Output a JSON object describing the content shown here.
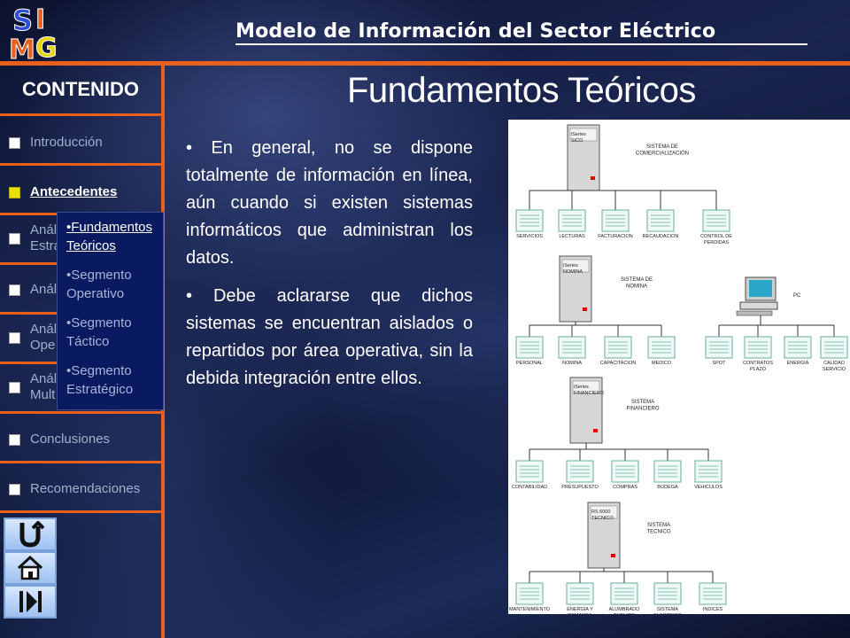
{
  "header": {
    "logo_letters": [
      "S",
      "I",
      "M",
      "G"
    ],
    "title": "Modelo de Información del Sector Eléctrico"
  },
  "sidebar": {
    "heading": "CONTENIDO",
    "items": [
      {
        "label": "Introducción",
        "active": false
      },
      {
        "label": "Antecedentes",
        "active": true
      },
      {
        "label": "Anál",
        "label2": "Estra",
        "active": false
      },
      {
        "label": "Anál",
        "active": false
      },
      {
        "label": "Anál",
        "label2": "Ope",
        "active": false
      },
      {
        "label": "Anál",
        "label2": "Mult",
        "active": false
      },
      {
        "label": "Conclusiones",
        "active": false
      },
      {
        "label": "Recomendaciones",
        "active": false
      }
    ]
  },
  "submenu": {
    "items": [
      {
        "line1": "•Fundamentos",
        "line2": "Teóricos"
      },
      {
        "line1": "•Segmento",
        "line2": "Operativo"
      },
      {
        "line1": "•Segmento",
        "line2": "Táctico"
      },
      {
        "line1": "•Segmento",
        "line2": "Estratégico"
      }
    ]
  },
  "nav_buttons": [
    "back-icon",
    "home-icon",
    "end-icon"
  ],
  "main": {
    "title": "Fundamentos Teóricos",
    "bullets": [
      "• En general, no se dispone totalmente de información en línea, aún cuando si existen sistemas informáticos que administran los datos.",
      "• Debe aclararse que dichos sistemas se encuentran aislados o repartidos por área operativa, sin la debida integración entre ellos."
    ]
  },
  "diagram": {
    "systems": [
      {
        "server": [
          "iSeries",
          "SICO"
        ],
        "name": [
          "SISTEMA DE",
          "COMERCIALIZACIÓN"
        ],
        "children": [
          [
            "SERVICIOS"
          ],
          [
            "LECTURAS"
          ],
          [
            "FACTURACION"
          ],
          [
            "RECAUDACION"
          ],
          [
            "CONTROL DE",
            "PERDIDAS"
          ]
        ]
      },
      {
        "server": [
          "iSeries",
          "NOMINA"
        ],
        "name": [
          "SISTEMA DE",
          "NOMINA"
        ],
        "children": [
          [
            "PERSONAL"
          ],
          [
            "NOMINA"
          ],
          [
            "CAPACITACION"
          ],
          [
            "MEDICO"
          ]
        ]
      },
      {
        "server": [
          "PC"
        ],
        "name": [],
        "children": [
          [
            "SPOT"
          ],
          [
            "CONTRATOS",
            "PLAZO"
          ],
          [
            "ENERGIA"
          ],
          [
            "CALIDAD",
            "SERVICIO"
          ]
        ]
      },
      {
        "server": [
          "iSeries",
          "FINANCIERO"
        ],
        "name": [
          "SISTEMA",
          "FINANCIERO"
        ],
        "children": [
          [
            "CONTABILIDAD"
          ],
          [
            "PRESUPUESTO"
          ],
          [
            "COMPRAS"
          ],
          [
            "BODEGA"
          ],
          [
            "VEHICULOS"
          ]
        ]
      },
      {
        "server": [
          "RS 6000",
          "TECNICO"
        ],
        "name": [
          "SISTEMA",
          "TECNICO"
        ],
        "children": [
          [
            "MANTENIMIENTO"
          ],
          [
            "ENERGIA Y",
            "DEMANDA"
          ],
          [
            "ALUMBRADO",
            "PUBLICO"
          ],
          [
            "SISTEMA",
            "ELECTRICO"
          ],
          [
            "INDICES"
          ]
        ]
      }
    ]
  }
}
